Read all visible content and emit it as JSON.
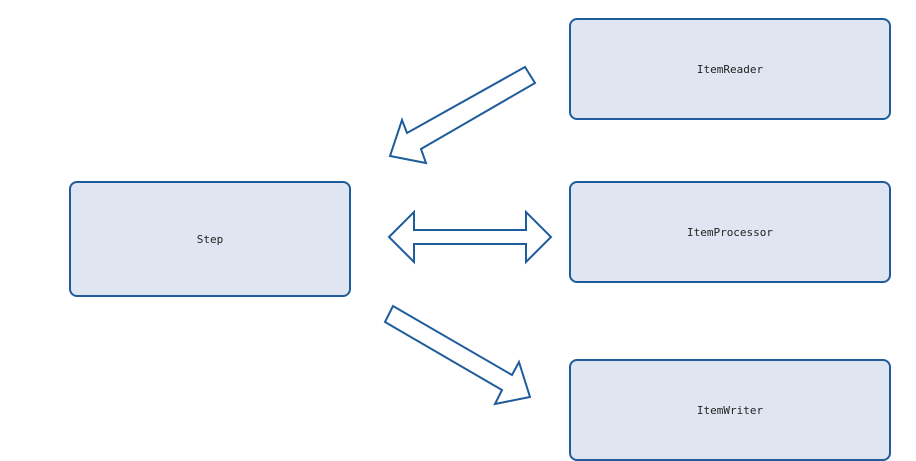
{
  "diagram": {
    "nodes": {
      "step": "Step",
      "item_reader": "ItemReader",
      "item_processor": "ItemProcessor",
      "item_writer": "ItemWriter"
    },
    "edges": [
      {
        "from": "ItemReader",
        "to": "Step",
        "style": "block-arrow"
      },
      {
        "from": "Step",
        "to": "ItemProcessor",
        "style": "double-block-arrow"
      },
      {
        "from": "Step",
        "to": "ItemWriter",
        "style": "block-arrow"
      }
    ],
    "colors": {
      "node_fill": "#dfe6f1",
      "node_border": "#1f5c9c",
      "arrow_fill": "#ffffff",
      "arrow_stroke": "#1f5c9c"
    }
  }
}
